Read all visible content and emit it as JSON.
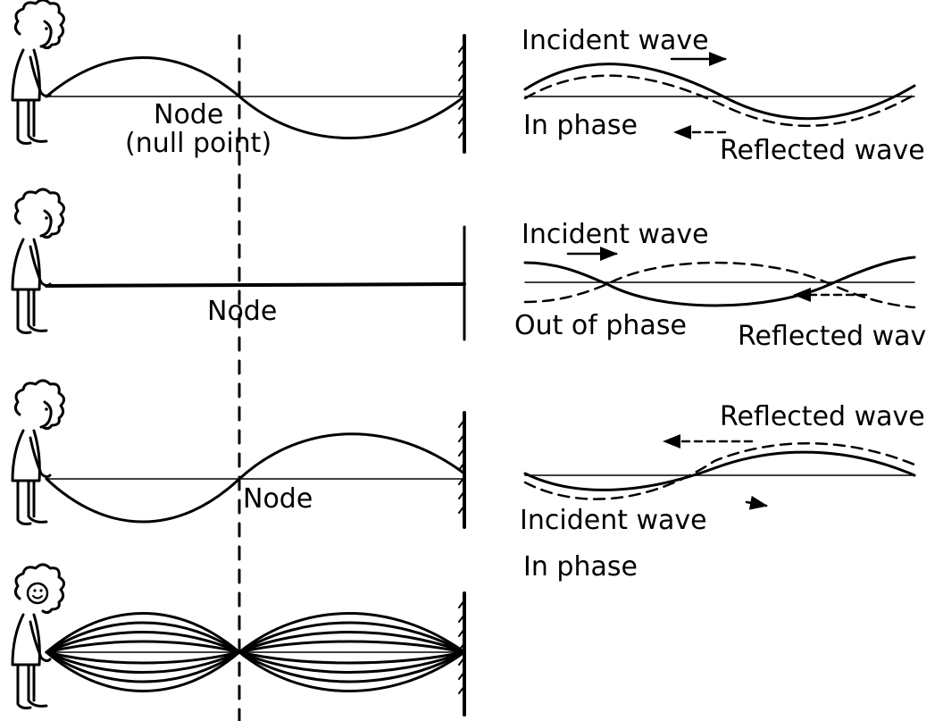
{
  "colors": {
    "ink": "#000000",
    "background": "#ffffff"
  },
  "rows": [
    {
      "string_label_1": "Node",
      "string_label_2": "(null point)",
      "wave_top_label": "Incident wave",
      "phase_label": "In phase",
      "wave_bottom_label": "Reflected wave"
    },
    {
      "string_label_1": "Node",
      "wave_top_label": "Incident wave",
      "phase_label": "Out of phase",
      "wave_bottom_label": "Reflected wav"
    },
    {
      "string_label_1": "Node",
      "wave_top_label": "Reflected wave",
      "wave_bottom_label": "Incident wave",
      "phase_label": "In phase"
    },
    {}
  ]
}
